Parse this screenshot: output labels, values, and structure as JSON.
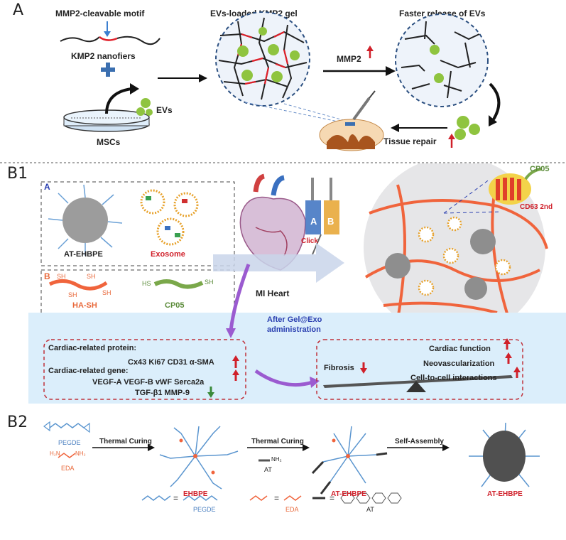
{
  "panelA": {
    "letter": "A",
    "motif_label": "MMP2-cleavable motif",
    "nanofiber_label": "KMP2 nanofiers",
    "gel_label": "EVs-loaded KMP2 gel",
    "release_label": "Faster release of EVs",
    "mmp2_label": "MMP2",
    "evs_label": "EVs",
    "mscs_label": "MSCs",
    "repair_label": "Tissue repair"
  },
  "panelB1": {
    "letter": "B1",
    "box_a_letter": "A",
    "box_b_letter": "B",
    "polymer_label": "AT-EHBPE",
    "exosome_label": "Exosome",
    "hash_label": "HA-SH",
    "cp05_label": "CP05",
    "sh": "SH",
    "hs": "HS",
    "heart_label": "MI Heart",
    "syringe_a": "A",
    "syringe_b": "B",
    "click_label": "Click",
    "cp05_zoom_label": "CP05",
    "cd63_label": "CD63 2nd",
    "admin_label_1": "After Gel@Exo",
    "admin_label_2": "administration",
    "protein_title": "Cardiac-related protein:",
    "protein_list": "Cx43   Ki67   CD31   α-SMA",
    "gene_title": "Cardiac-related gene:",
    "gene_list": "VEGF-A  VEGF-B  vWF  Serca2a",
    "gene_list2": "TGF-β1   MMP-9",
    "fibrosis": "Fibrosis",
    "cardiac_function": "Cardiac function",
    "neovascularization": "Neovascularization",
    "cell_interactions": "Cell-to-cell interactions"
  },
  "panelB2": {
    "letter": "B2",
    "pegde": "PEGDE",
    "eda": "EDA",
    "h2n": "H₂N",
    "nh2": "NH₂",
    "thermal1": "Thermal Curing",
    "thermal2": "Thermal Curing",
    "self_assembly": "Self-Assembly",
    "ehbpe": "EHBPE",
    "at_ehbpe1": "AT-EHBPE",
    "at_ehbpe2": "AT-EHBPE",
    "at": "AT",
    "legend_pegde": "PEGDE",
    "legend_eda": "EDA",
    "legend_at": "AT"
  },
  "colors": {
    "fiber_red": "#e0202a",
    "ev_green": "#8fc43f",
    "network_orange": "#f0643c",
    "peg_blue": "#5a95cf",
    "dashed_red": "#c0303a",
    "panel_blue": "#dbeefb"
  }
}
